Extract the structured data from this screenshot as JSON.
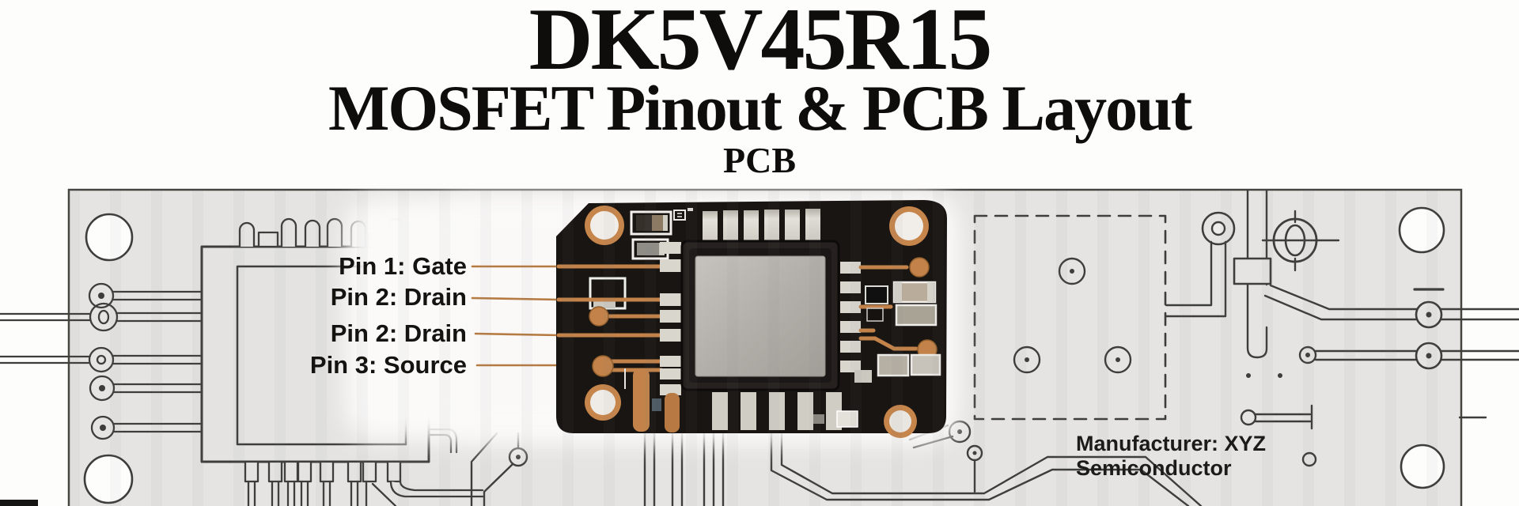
{
  "header": {
    "part_number": "DK5V45R15",
    "subtitle": "MOSFET Pinout & PCB Layout",
    "section_label": "PCB"
  },
  "pin_labels": [
    {
      "label": "Pin 1: Gate"
    },
    {
      "label": "Pin 2: Drain"
    },
    {
      "label": "Pin 2: Drain"
    },
    {
      "label": "Pin 3: Source"
    }
  ],
  "footer": {
    "manufacturer_note": "Manufacturer: XYZ Semiconductor"
  },
  "icons": {
    "left_block": "chip-footprint-drawing",
    "center_block": "pcb-photo",
    "right_block": "pcb-trace-drawing"
  },
  "colors": {
    "copper": "#c2824a",
    "board_black": "#191512",
    "panel_gray": "#e5e4e2",
    "line_dark": "#3d3d3b",
    "pad_silver": "#d9d6ce",
    "hole_ring": "#c5854b"
  }
}
